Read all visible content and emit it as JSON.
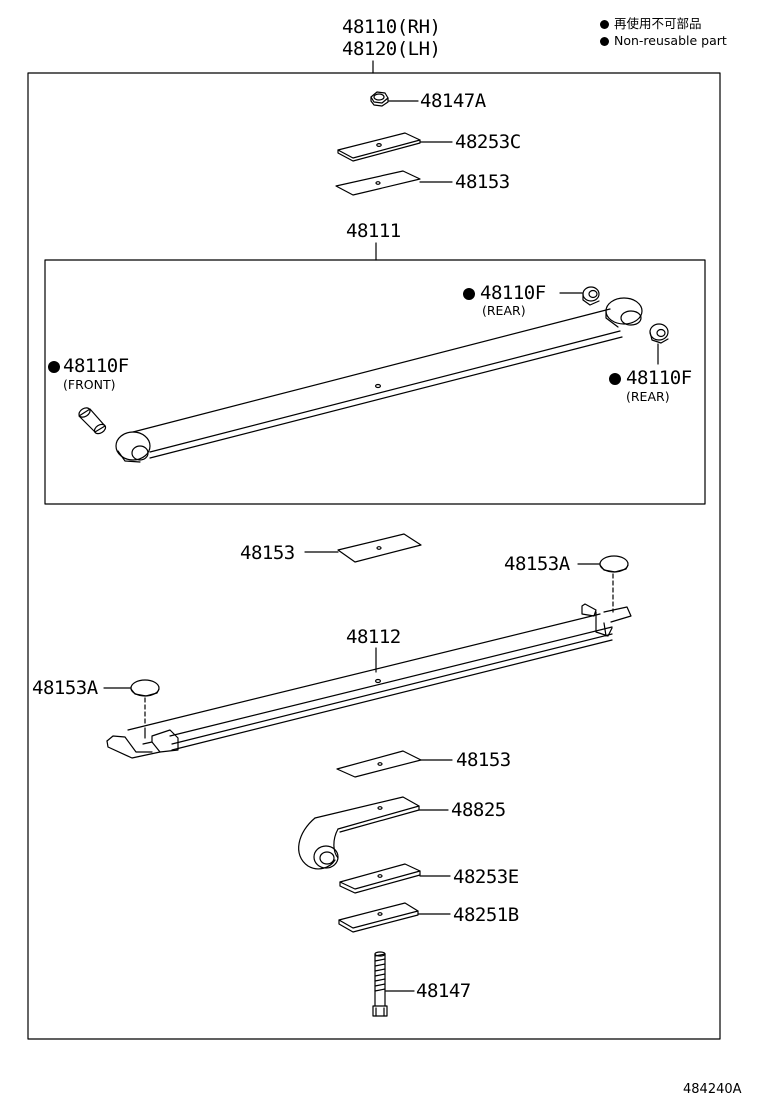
{
  "assembly": {
    "rh": "48110(RH)",
    "lh": "48120(LH)"
  },
  "legend": {
    "jp": "再使用不可部品",
    "en": "Non-reusable part"
  },
  "parts": {
    "p48147A": "48147A",
    "p48253C": "48253C",
    "p48153_top": "48153",
    "p48111": "48111",
    "p48110F_rear_top": "48110F",
    "rear_top": "(REAR)",
    "p48110F_front": "48110F",
    "front": "(FRONT)",
    "p48110F_rear_right": "48110F",
    "rear_right": "(REAR)",
    "p48153_mid": "48153",
    "p48153A_right": "48153A",
    "p48112": "48112",
    "p48153A_left": "48153A",
    "p48153_low": "48153",
    "p48825": "48825",
    "p48253E": "48253E",
    "p48251B": "48251B",
    "p48147": "48147"
  },
  "figure_id": "484240A"
}
